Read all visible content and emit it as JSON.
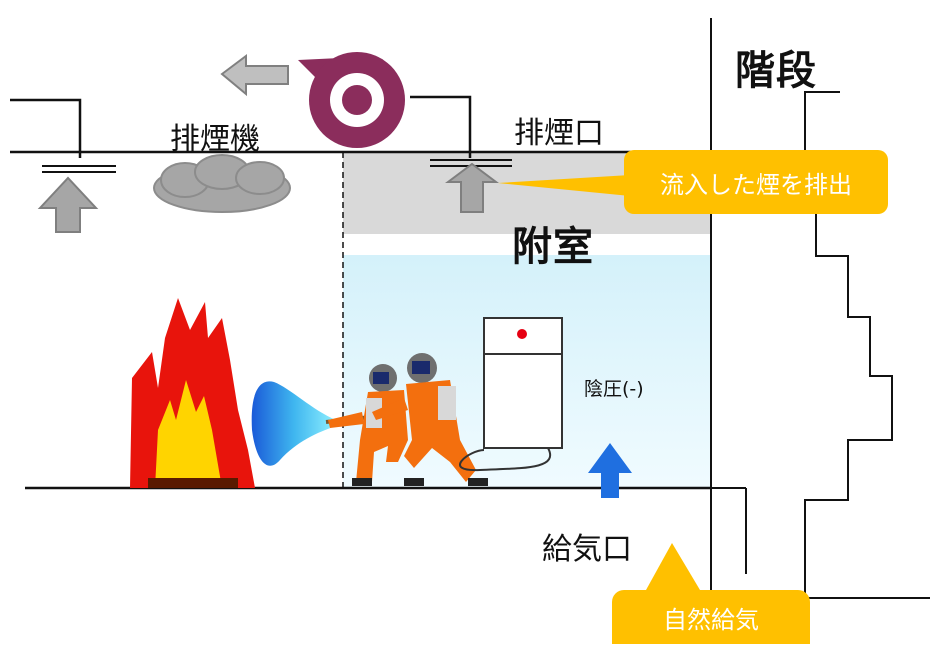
{
  "labels": {
    "stairs": "階段",
    "exhaust_fan": "排煙機",
    "exhaust_port": "排煙口",
    "anteroom": "附室",
    "negative_pressure": "陰圧(-)",
    "supply_port": "給気口"
  },
  "callouts": {
    "exhaust": "流入した煙を排出",
    "natural_supply": "自然給気"
  },
  "colors": {
    "fan": "#8b2d5c",
    "callout": "#ffc000",
    "anteroom_band": "#d9d9d9",
    "anteroom_fill": "#e4f6fb",
    "supply_arrow": "#1f6fe0",
    "firefighter": "#f36f0e",
    "flame_outer": "#e8140c",
    "flame_inner": "#ffd400"
  },
  "icons": [
    "fan-icon",
    "smoke-cloud-icon",
    "fire-icon",
    "firefighter-icon",
    "water-spray-icon",
    "door-unit-icon",
    "up-arrow-icon",
    "left-arrow-icon"
  ]
}
